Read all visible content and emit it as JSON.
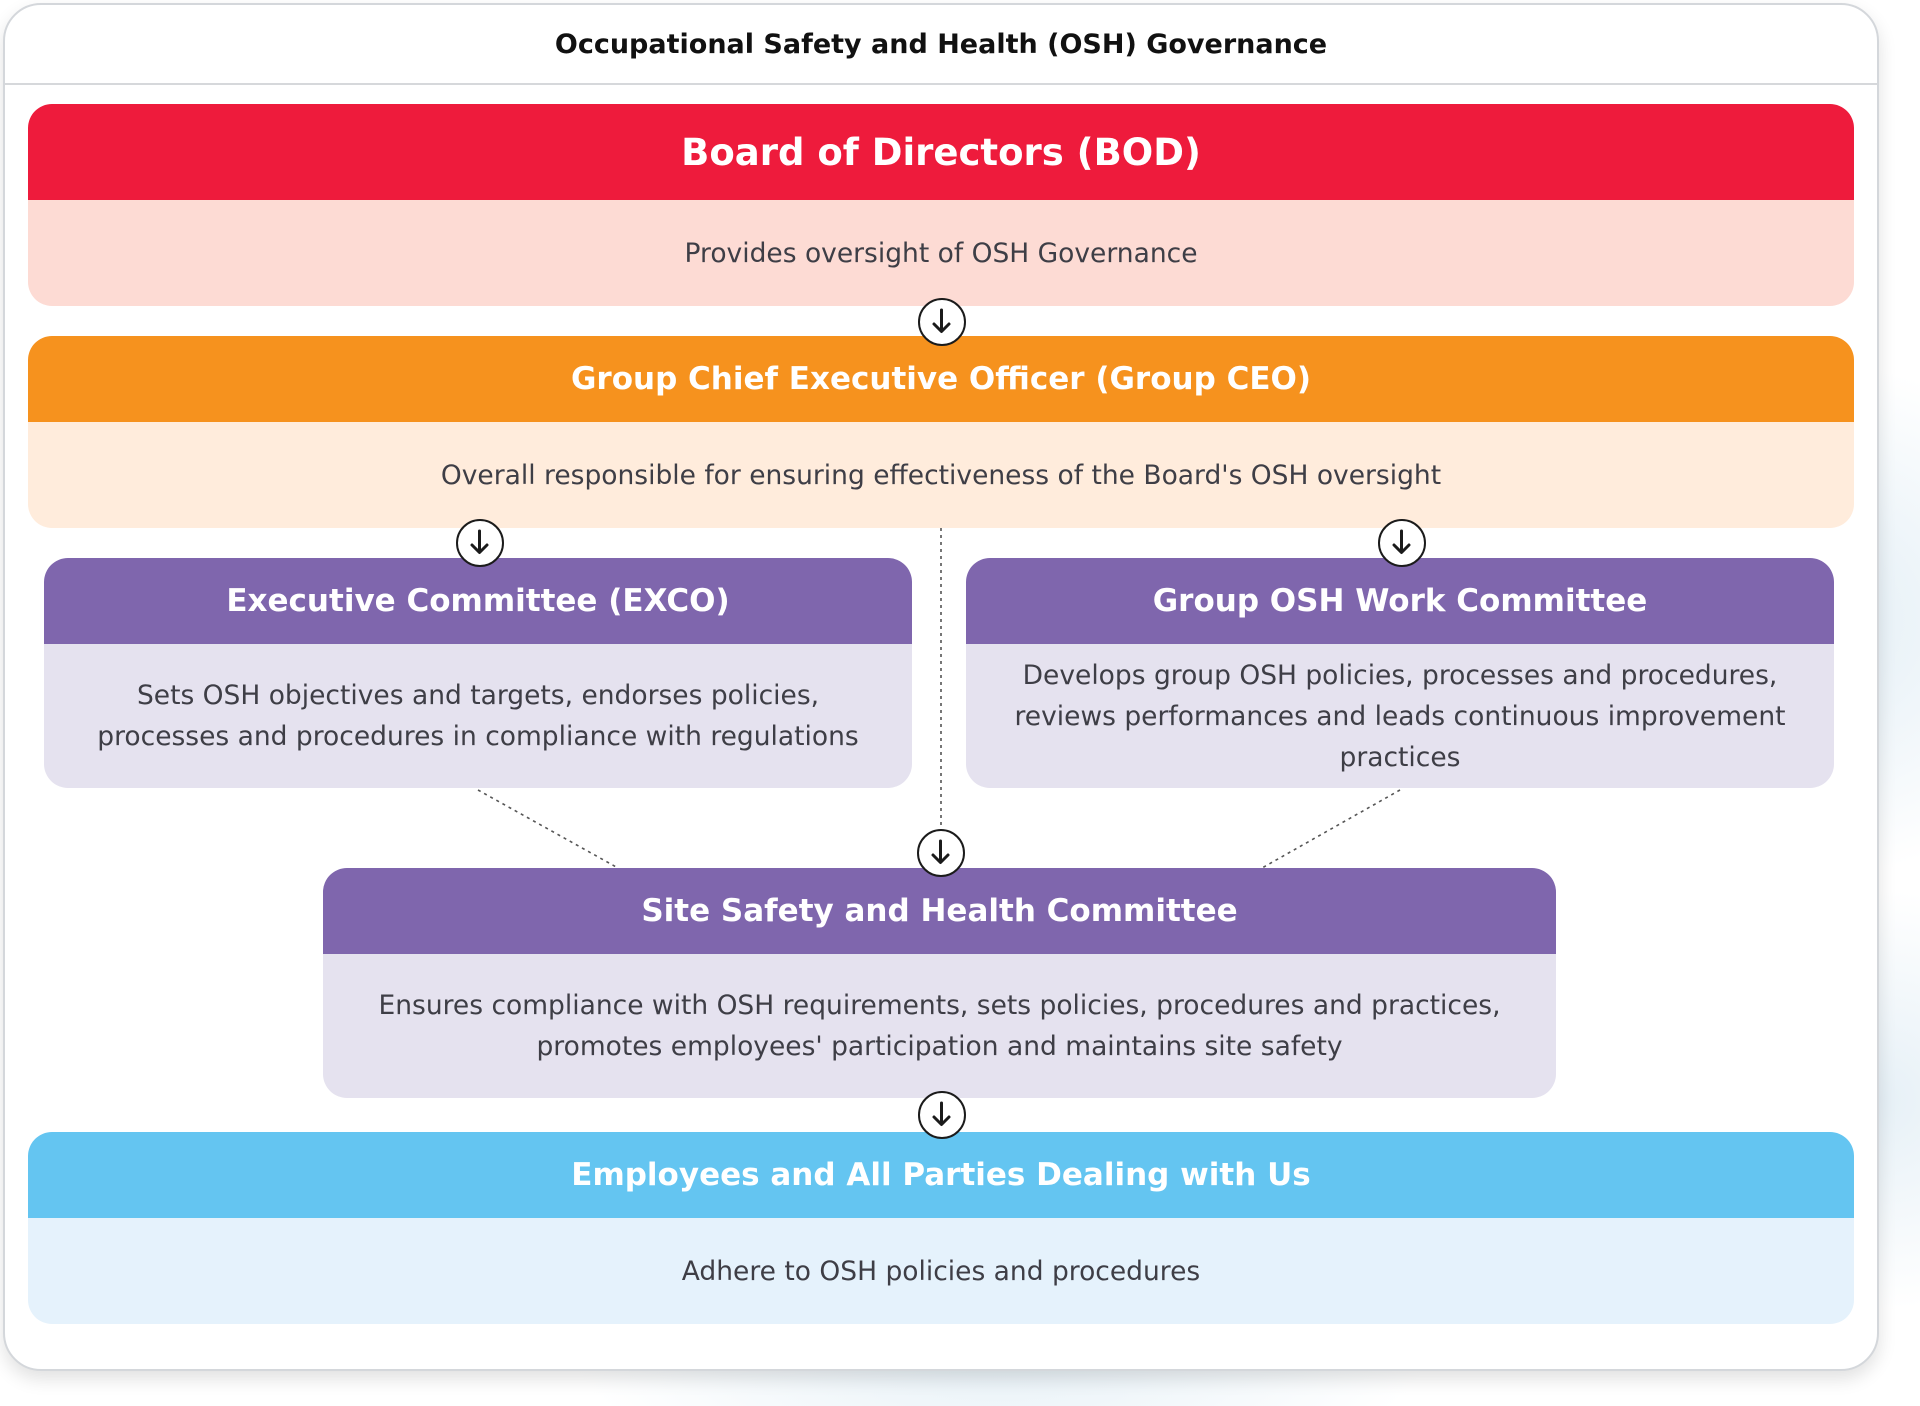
{
  "diagram": {
    "title": "Occupational Safety and Health (OSH) Governance",
    "nodes": {
      "bod": {
        "heading": "Board of Directors (BOD)",
        "description": "Provides oversight of OSH Governance",
        "head_color": "#ee1b3c",
        "body_color": "#fddbd4"
      },
      "ceo": {
        "heading": "Group Chief Executive Officer (Group CEO)",
        "description": "Overall responsible for ensuring effectiveness of the Board's OSH oversight",
        "head_color": "#f6921e",
        "body_color": "#ffecdc"
      },
      "exco": {
        "heading": "Executive Committee (EXCO)",
        "description": "Sets OSH objectives and targets, endorses policies, processes and procedures in compliance with regulations",
        "head_color": "#7f66ad",
        "body_color": "#e5e2ef"
      },
      "osh_work": {
        "heading": "Group OSH Work Committee",
        "description": "Develops group OSH policies, processes and procedures, reviews performances and leads continuous improvement practices",
        "head_color": "#7f66ad",
        "body_color": "#e5e2ef"
      },
      "site": {
        "heading": "Site Safety and Health Committee",
        "description": "Ensures compliance with OSH requirements, sets policies, procedures and practices, promotes employees' participation and maintains site safety",
        "head_color": "#7f66ad",
        "body_color": "#e5e2ef"
      },
      "employees": {
        "heading": "Employees and All Parties Dealing with Us",
        "description": "Adhere to OSH policies and procedures",
        "head_color": "#64c5f1",
        "body_color": "#e5f2fc"
      }
    },
    "arrow_icon": "arrow-down-circle-icon",
    "connector_style": "dotted"
  }
}
